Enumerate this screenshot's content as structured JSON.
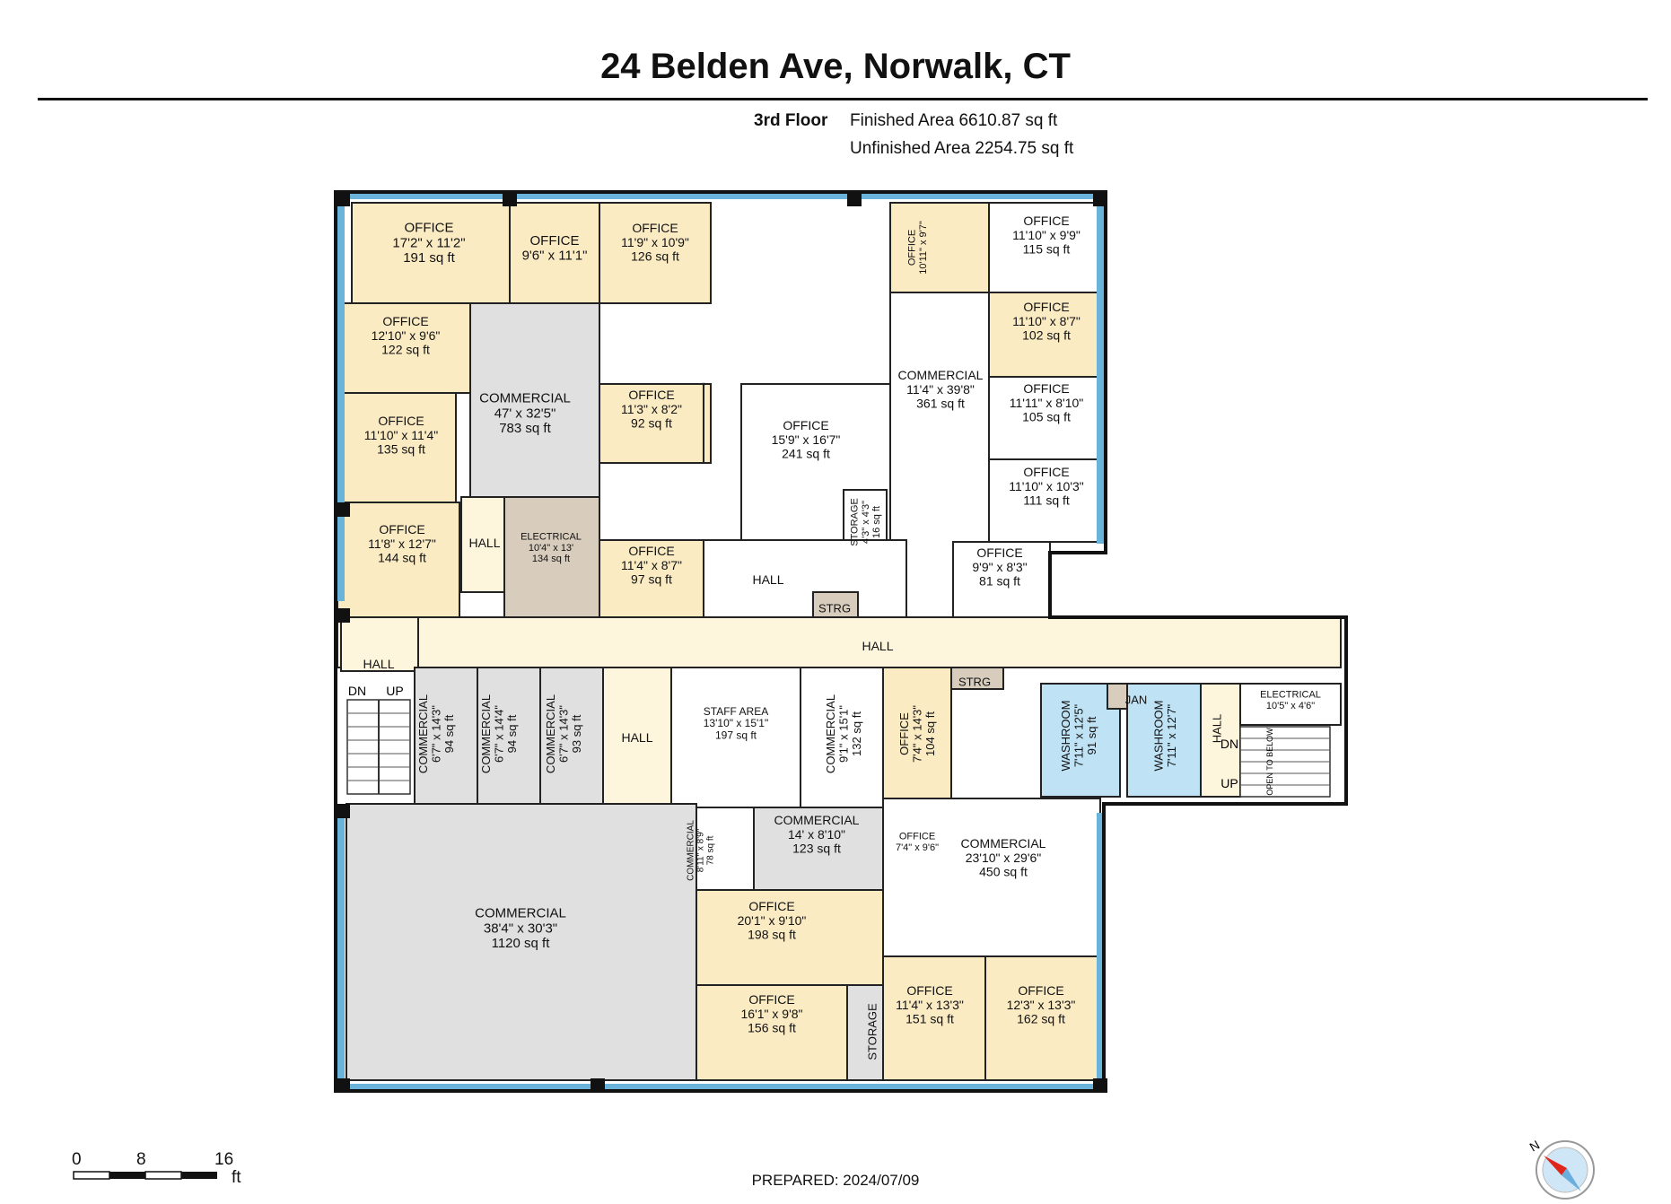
{
  "header": {
    "title": "24 Belden Ave, Norwalk, CT",
    "floor": "3rd Floor",
    "finished_area": "Finished Area 6610.87 sq ft",
    "unfinished_area": "Unfinished Area 2254.75 sq ft"
  },
  "colors": {
    "office": "#fbebc3",
    "commercial": "#e0e0e0",
    "hall": "#fdf6dc",
    "electrical": "#d8cdbd",
    "washroom": "#bfe2f5",
    "window": "#6ab4dc",
    "wall": "#111111",
    "white": "#ffffff"
  },
  "rooms": [
    {
      "id": "r1",
      "fill": "office",
      "lines": [
        "OFFICE",
        "17'2\" x 11'2\"",
        "191 sq ft"
      ]
    },
    {
      "id": "r2",
      "fill": "office",
      "lines": [
        "OFFICE",
        "9'6\" x 11'1\""
      ]
    },
    {
      "id": "r3",
      "fill": "office",
      "lines": [
        "OFFICE",
        "11'9\" x 10'9\"",
        "126 sq ft"
      ]
    },
    {
      "id": "r4",
      "fill": "office",
      "lines": [
        "OFFICE",
        "10'11\" x 9'7\""
      ],
      "vertical": true
    },
    {
      "id": "r5",
      "fill": "white",
      "lines": [
        "OFFICE",
        "11'10\" x 9'9\"",
        "115 sq ft"
      ]
    },
    {
      "id": "r6",
      "fill": "office",
      "lines": [
        "OFFICE",
        "12'10\" x 9'6\"",
        "122 sq ft"
      ]
    },
    {
      "id": "r7",
      "fill": "office",
      "lines": [
        "OFFICE",
        "11'10\" x 8'7\"",
        "102 sq ft"
      ]
    },
    {
      "id": "r8",
      "fill": "commercial",
      "lines": [
        "COMMERCIAL",
        "47' x 32'5\"",
        "783 sq ft"
      ]
    },
    {
      "id": "r9",
      "fill": "white",
      "lines": [
        "COMMERCIAL",
        "11'4\" x 39'8\"",
        "361 sq ft"
      ]
    },
    {
      "id": "r10",
      "fill": "white",
      "lines": [
        "OFFICE",
        "11'11\" x 8'10\"",
        "105 sq ft"
      ]
    },
    {
      "id": "r11",
      "fill": "office",
      "lines": [
        "OFFICE",
        "11'10\" x 11'4\"",
        "135 sq ft"
      ]
    },
    {
      "id": "r12",
      "fill": "office",
      "lines": [
        "OFFICE",
        "11'3\" x 8'2\"",
        "92 sq ft"
      ]
    },
    {
      "id": "r13",
      "fill": "white",
      "lines": [
        "OFFICE",
        "15'9\" x 16'7\"",
        "241 sq ft"
      ]
    },
    {
      "id": "r14",
      "fill": "office",
      "lines": [
        "OFFICE",
        "11'3\" x 8'2\"",
        "92 sq ft"
      ]
    },
    {
      "id": "r15",
      "fill": "white",
      "lines": [
        "OFFICE",
        "11'10\" x 10'3\"",
        "111 sq ft"
      ]
    },
    {
      "id": "r16",
      "fill": "hall",
      "lines": [
        "HALL"
      ]
    },
    {
      "id": "r17",
      "fill": "electrical",
      "lines": [
        "ELECTRICAL",
        "10'4\" x 13'",
        "134 sq ft"
      ]
    },
    {
      "id": "r18",
      "fill": "office",
      "lines": [
        "OFFICE",
        "11'8\" x 12'7\"",
        "144 sq ft"
      ]
    },
    {
      "id": "r19",
      "fill": "office",
      "lines": [
        "OFFICE",
        "11'4\" x 8'7\"",
        "97 sq ft"
      ]
    },
    {
      "id": "r20",
      "fill": "white",
      "lines": [
        "HALL"
      ]
    },
    {
      "id": "r21",
      "fill": "white",
      "lines": [
        "STORAGE",
        "4'3\" x 4'3\"",
        "16 sq ft"
      ],
      "vertical": true
    },
    {
      "id": "r22",
      "fill": "white",
      "lines": [
        "OFFICE",
        "9'9\" x 8'3\"",
        "81 sq ft"
      ]
    },
    {
      "id": "r23",
      "fill": "electrical",
      "lines": [
        "STRG"
      ]
    },
    {
      "id": "r24",
      "fill": "hall",
      "lines": [
        "HALL"
      ]
    },
    {
      "id": "r25",
      "fill": "hall",
      "lines": [
        "HALL"
      ]
    },
    {
      "id": "r26",
      "fill": "electrical",
      "lines": [
        "STRG"
      ]
    },
    {
      "id": "r27",
      "fill": "commercial",
      "lines": [
        "COMMERCIAL",
        "6'7\" x 14'3\"",
        "94 sq ft"
      ],
      "vertical": true
    },
    {
      "id": "r28",
      "fill": "commercial",
      "lines": [
        "COMMERCIAL",
        "6'7\" x 14'4\"",
        "94 sq ft"
      ],
      "vertical": true
    },
    {
      "id": "r29",
      "fill": "commercial",
      "lines": [
        "COMMERCIAL",
        "6'7\" x 14'3\"",
        "93 sq ft"
      ],
      "vertical": true
    },
    {
      "id": "r30",
      "fill": "hall",
      "lines": [
        "HALL"
      ]
    },
    {
      "id": "r31",
      "fill": "white",
      "lines": [
        "STAFF AREA",
        "13'10\" x 15'1\"",
        "197 sq ft"
      ]
    },
    {
      "id": "r32",
      "fill": "white",
      "lines": [
        "COMMERCIAL",
        "9'1\" x 15'1\"",
        "132 sq ft"
      ],
      "vertical": true
    },
    {
      "id": "r33",
      "fill": "office",
      "lines": [
        "OFFICE",
        "7'4\" x 14'3\"",
        "104 sq ft"
      ],
      "vertical": true
    },
    {
      "id": "r34",
      "fill": "washroom",
      "lines": [
        "WASHROOM",
        "7'11\" x 12'5\"",
        "91 sq ft"
      ],
      "vertical": true
    },
    {
      "id": "r35",
      "fill": "electrical",
      "lines": [
        "JAN"
      ]
    },
    {
      "id": "r36",
      "fill": "washroom",
      "lines": [
        "WASHROOM",
        "7'11\" x 12'7\""
      ],
      "vertical": true
    },
    {
      "id": "r37",
      "fill": "hall",
      "lines": [
        "HALL"
      ],
      "vertical": true
    },
    {
      "id": "r38",
      "fill": "white",
      "lines": [
        "ELECTRICAL",
        "10'5\" x 4'6\""
      ]
    },
    {
      "id": "r39",
      "fill": "white",
      "lines": [
        "COMMERCIAL",
        "8'11\" x 8'9\"",
        "78 sq ft"
      ],
      "vertical": true
    },
    {
      "id": "r40",
      "fill": "commercial",
      "lines": [
        "COMMERCIAL",
        "14' x 8'10\"",
        "123 sq ft"
      ]
    },
    {
      "id": "r41",
      "fill": "office",
      "lines": [
        "OFFICE",
        "7'4\" x 9'6\""
      ]
    },
    {
      "id": "r42",
      "fill": "white",
      "lines": [
        "COMMERCIAL",
        "23'10\" x 29'6\"",
        "450 sq ft"
      ]
    },
    {
      "id": "r43",
      "fill": "commercial",
      "lines": [
        "COMMERCIAL",
        "38'4\" x 30'3\"",
        "1120 sq ft"
      ]
    },
    {
      "id": "r44",
      "fill": "office",
      "lines": [
        "OFFICE",
        "20'1\" x 9'10\"",
        "198 sq ft"
      ]
    },
    {
      "id": "r45",
      "fill": "office",
      "lines": [
        "OFFICE",
        "16'1\" x 9'8\"",
        "156 sq ft"
      ]
    },
    {
      "id": "r46",
      "fill": "commercial",
      "lines": [
        "STORAGE"
      ],
      "vertical": true
    },
    {
      "id": "r47",
      "fill": "office",
      "lines": [
        "OFFICE",
        "11'4\" x 13'3\"",
        "151 sq ft"
      ]
    },
    {
      "id": "r48",
      "fill": "office",
      "lines": [
        "OFFICE",
        "12'3\" x 13'3\"",
        "162 sq ft"
      ]
    }
  ],
  "stairs": {
    "dn": "DN",
    "up": "UP",
    "dn2": "DN",
    "up2": "UP",
    "open_to_below": "OPEN TO BELOW"
  },
  "scale": {
    "labels": [
      "0",
      "8",
      "16"
    ],
    "unit": "ft"
  },
  "prepared": "PREPARED: 2024/07/09",
  "compass": {
    "label": "N"
  }
}
